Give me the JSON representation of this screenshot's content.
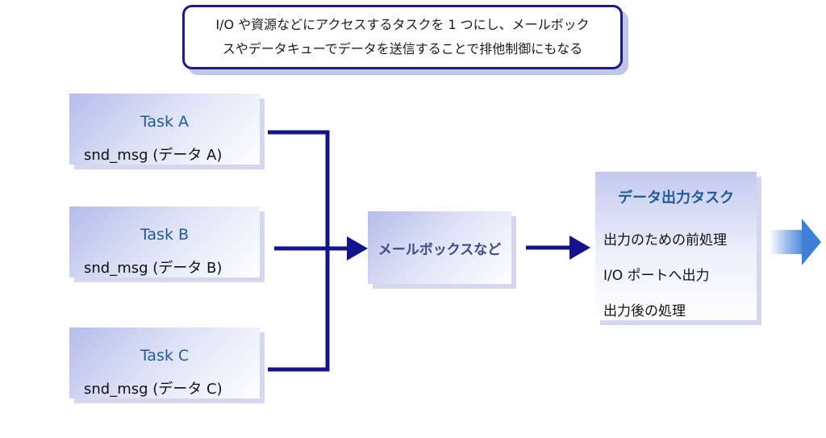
{
  "note": {
    "line1": "I/O や資源などにアクセスするタスクを 1 つにし、メールボック",
    "line2": "スやデータキューでデータを送信することで排他制御にもなる"
  },
  "tasks": [
    {
      "title": "Task A",
      "call": "snd_msg (データ  A)"
    },
    {
      "title": "Task B",
      "call": "snd_msg (データ  B)"
    },
    {
      "title": "Task C",
      "call": "snd_msg (データ  C)"
    }
  ],
  "mailbox": {
    "label": "メールボックスなど"
  },
  "output_task": {
    "title": "データ出力タスク",
    "steps": [
      "出力のための前処理",
      "I/O ポートへ出力",
      "出力後の処理"
    ]
  },
  "colors": {
    "arrow": "#14148a",
    "box_blue": "#b5bcea",
    "title_blue": "#1f5b96",
    "big_arrow": "#4a86d8"
  }
}
